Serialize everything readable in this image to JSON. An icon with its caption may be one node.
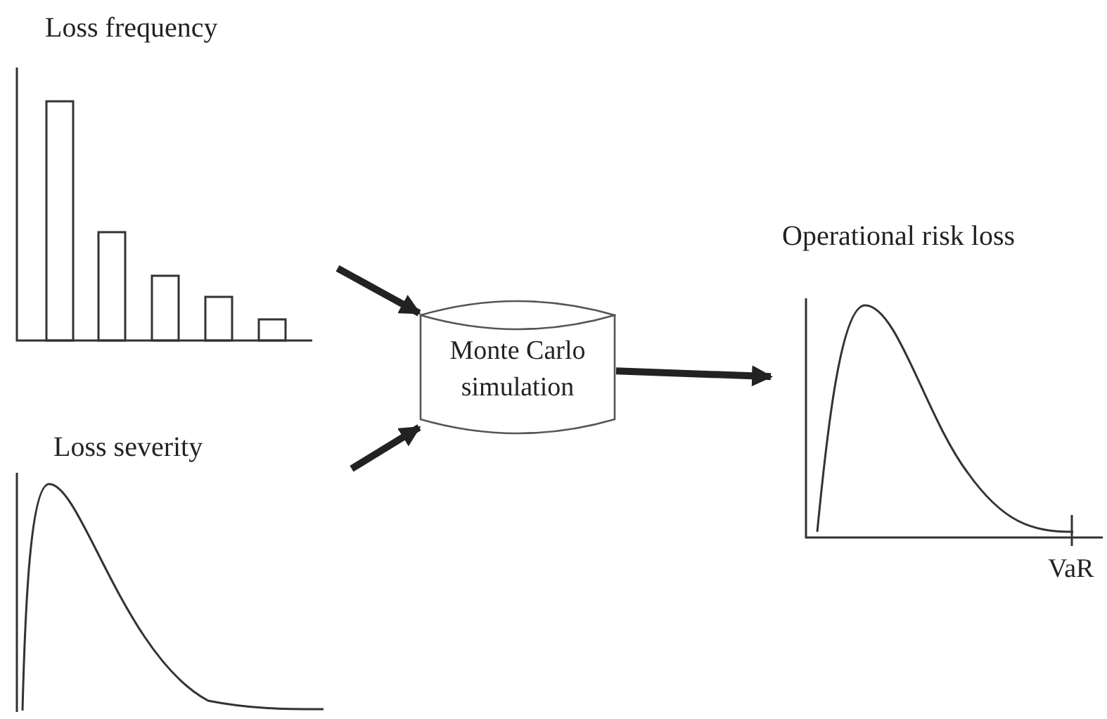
{
  "diagram": {
    "nodes": [
      {
        "text": [
          "Loss frequency"
        ]
      },
      {
        "text": [
          "Loss severity"
        ]
      },
      {
        "text": [
          "Monte Carlo simulation"
        ]
      },
      {
        "text": [
          "Operational risk loss"
        ]
      }
    ],
    "edges": [
      {
        "from": 0,
        "to": 2,
        "arrow": "to"
      },
      {
        "from": 1,
        "to": 2,
        "arrow": "to"
      },
      {
        "from": 2,
        "to": 3,
        "arrow": "to"
      }
    ],
    "labels": [
      "VaR"
    ]
  }
}
